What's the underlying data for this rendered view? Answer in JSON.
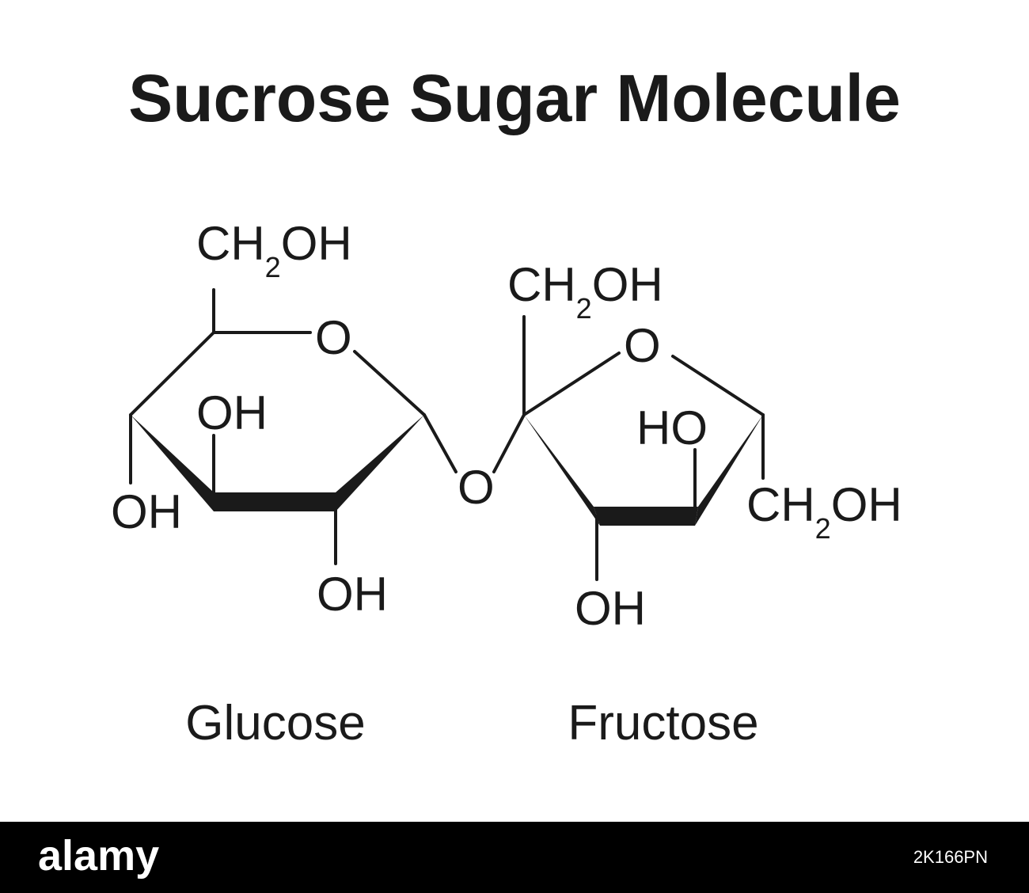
{
  "title": "Sucrose Sugar Molecule",
  "labels": {
    "glucose_ch2oh": {
      "main": "CH",
      "sub": "2",
      "tail": "OH"
    },
    "glucose_ring_o": "O",
    "glucose_oh_inner": "OH",
    "glucose_oh_left": "OH",
    "glucose_oh_bottom": "OH",
    "glycosidic_o": "O",
    "fructose_ch2oh_top": {
      "main": "CH",
      "sub": "2",
      "tail": "OH"
    },
    "fructose_ring_o": "O",
    "fructose_ho": "HO",
    "fructose_ch2oh_right": {
      "main": "CH",
      "sub": "2",
      "tail": "OH"
    },
    "fructose_oh_bottom": "OH"
  },
  "captions": {
    "glucose": "Glucose",
    "fructose": "Fructose"
  },
  "footer": {
    "logo": "alamy",
    "image_id": "2K166PN"
  }
}
